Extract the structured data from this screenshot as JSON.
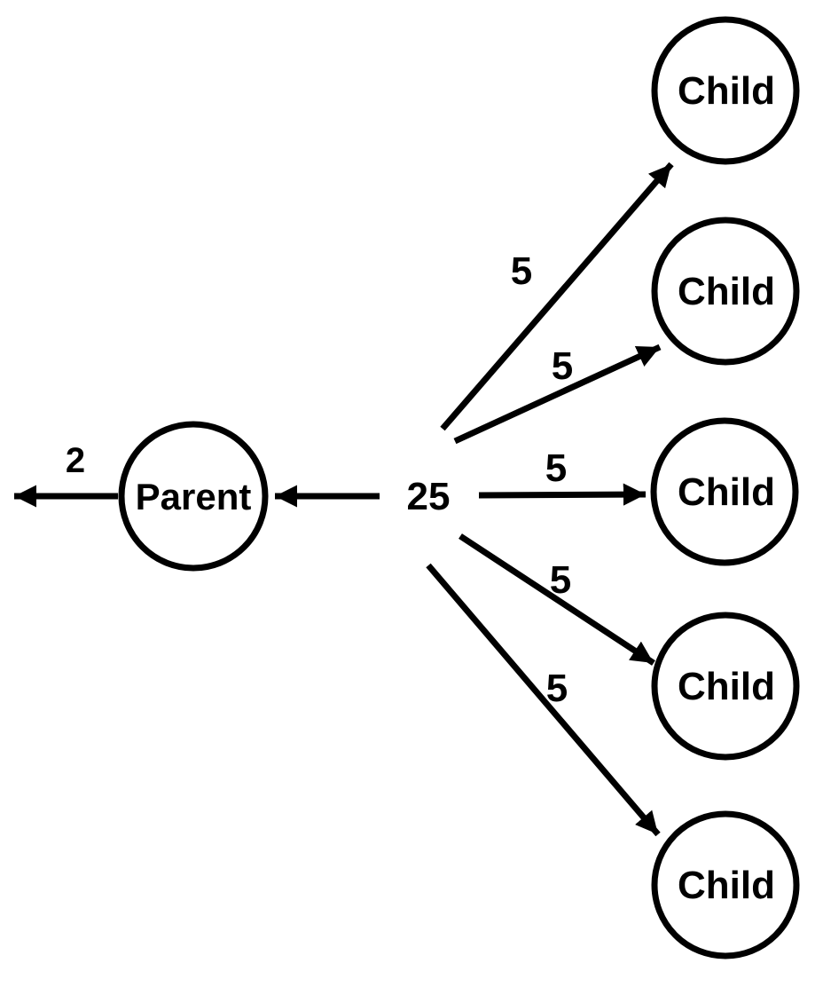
{
  "diagram": {
    "type": "node-link-graph",
    "colors": {
      "ink": "#000000",
      "background": "#ffffff"
    },
    "source_value": "25",
    "nodes": {
      "parent": {
        "label": "Parent"
      },
      "children": [
        {
          "label": "Child"
        },
        {
          "label": "Child"
        },
        {
          "label": "Child"
        },
        {
          "label": "Child"
        },
        {
          "label": "Child"
        }
      ]
    },
    "edges": {
      "parent_out": {
        "from": "Parent",
        "to": "off-diagram-left",
        "label": "2"
      },
      "to_parent": {
        "from": "25",
        "to": "Parent",
        "label": ""
      },
      "to_children": [
        {
          "from": "25",
          "to": "Child-1",
          "label": "5"
        },
        {
          "from": "25",
          "to": "Child-2",
          "label": "5"
        },
        {
          "from": "25",
          "to": "Child-3",
          "label": "5"
        },
        {
          "from": "25",
          "to": "Child-4",
          "label": "5"
        },
        {
          "from": "25",
          "to": "Child-5",
          "label": "5"
        }
      ]
    }
  }
}
